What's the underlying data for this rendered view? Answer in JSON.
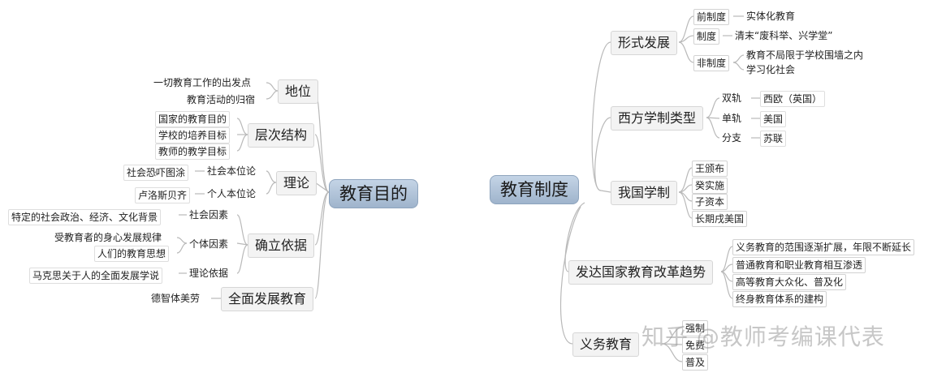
{
  "left": {
    "root": "教育目的",
    "position": {
      "label": "地位",
      "items": [
        "一切教育工作的出发点",
        "教育活动的归宿"
      ]
    },
    "levels": {
      "label": "层次结构",
      "items": [
        "国家的教育目的",
        "学校的培养目标",
        "教师的教学目标"
      ]
    },
    "theory": {
      "label": "理论",
      "social": {
        "label": "社会本位论",
        "person": "社会恐吓图涂"
      },
      "individual": {
        "label": "个人本位论",
        "person": "卢洛斯贝齐"
      }
    },
    "basis": {
      "label": "确立依据",
      "social": {
        "label": "社会因素",
        "item": "特定的社会政治、经济、文化背景"
      },
      "individual": {
        "label": "个体因素",
        "items": [
          "受教育者的身心发展规律",
          "人们的教育思想"
        ]
      },
      "theory": {
        "label": "理论依据",
        "item": "马克思关于人的全面发展学说"
      }
    },
    "allround": {
      "label": "全面发展教育",
      "item": "德智体美劳"
    }
  },
  "right": {
    "root": "教育制度",
    "formal": {
      "label": "形式发展",
      "pre": {
        "label": "前制度",
        "item": "实体化教育"
      },
      "sys": {
        "label": "制度",
        "item": "清末“废科举、兴学堂”"
      },
      "non": {
        "label": "非制度",
        "items": [
          "教育不局限于学校围墙之内",
          "学习化社会"
        ]
      }
    },
    "western": {
      "label": "西方学制类型",
      "dual": {
        "label": "双轨",
        "item": "西欧（英国）"
      },
      "single": {
        "label": "单轨",
        "item": "美国"
      },
      "branch": {
        "label": "分支",
        "item": "苏联"
      }
    },
    "china": {
      "label": "我国学制",
      "items": [
        "王颁布",
        "癸实施",
        "子资本",
        "长期戌美国"
      ]
    },
    "trends": {
      "label": "发达国家教育改革趋势",
      "items": [
        "义务教育的范围逐渐扩展，年限不断延长",
        "普通教育和职业教育相互渗透",
        "高等教育大众化、普及化",
        "终身教育体系的建构"
      ]
    },
    "compulsory": {
      "label": "义务教育",
      "items": [
        "强制",
        "免费",
        "普及"
      ]
    }
  },
  "watermark": "知乎 @教师考编课代表"
}
